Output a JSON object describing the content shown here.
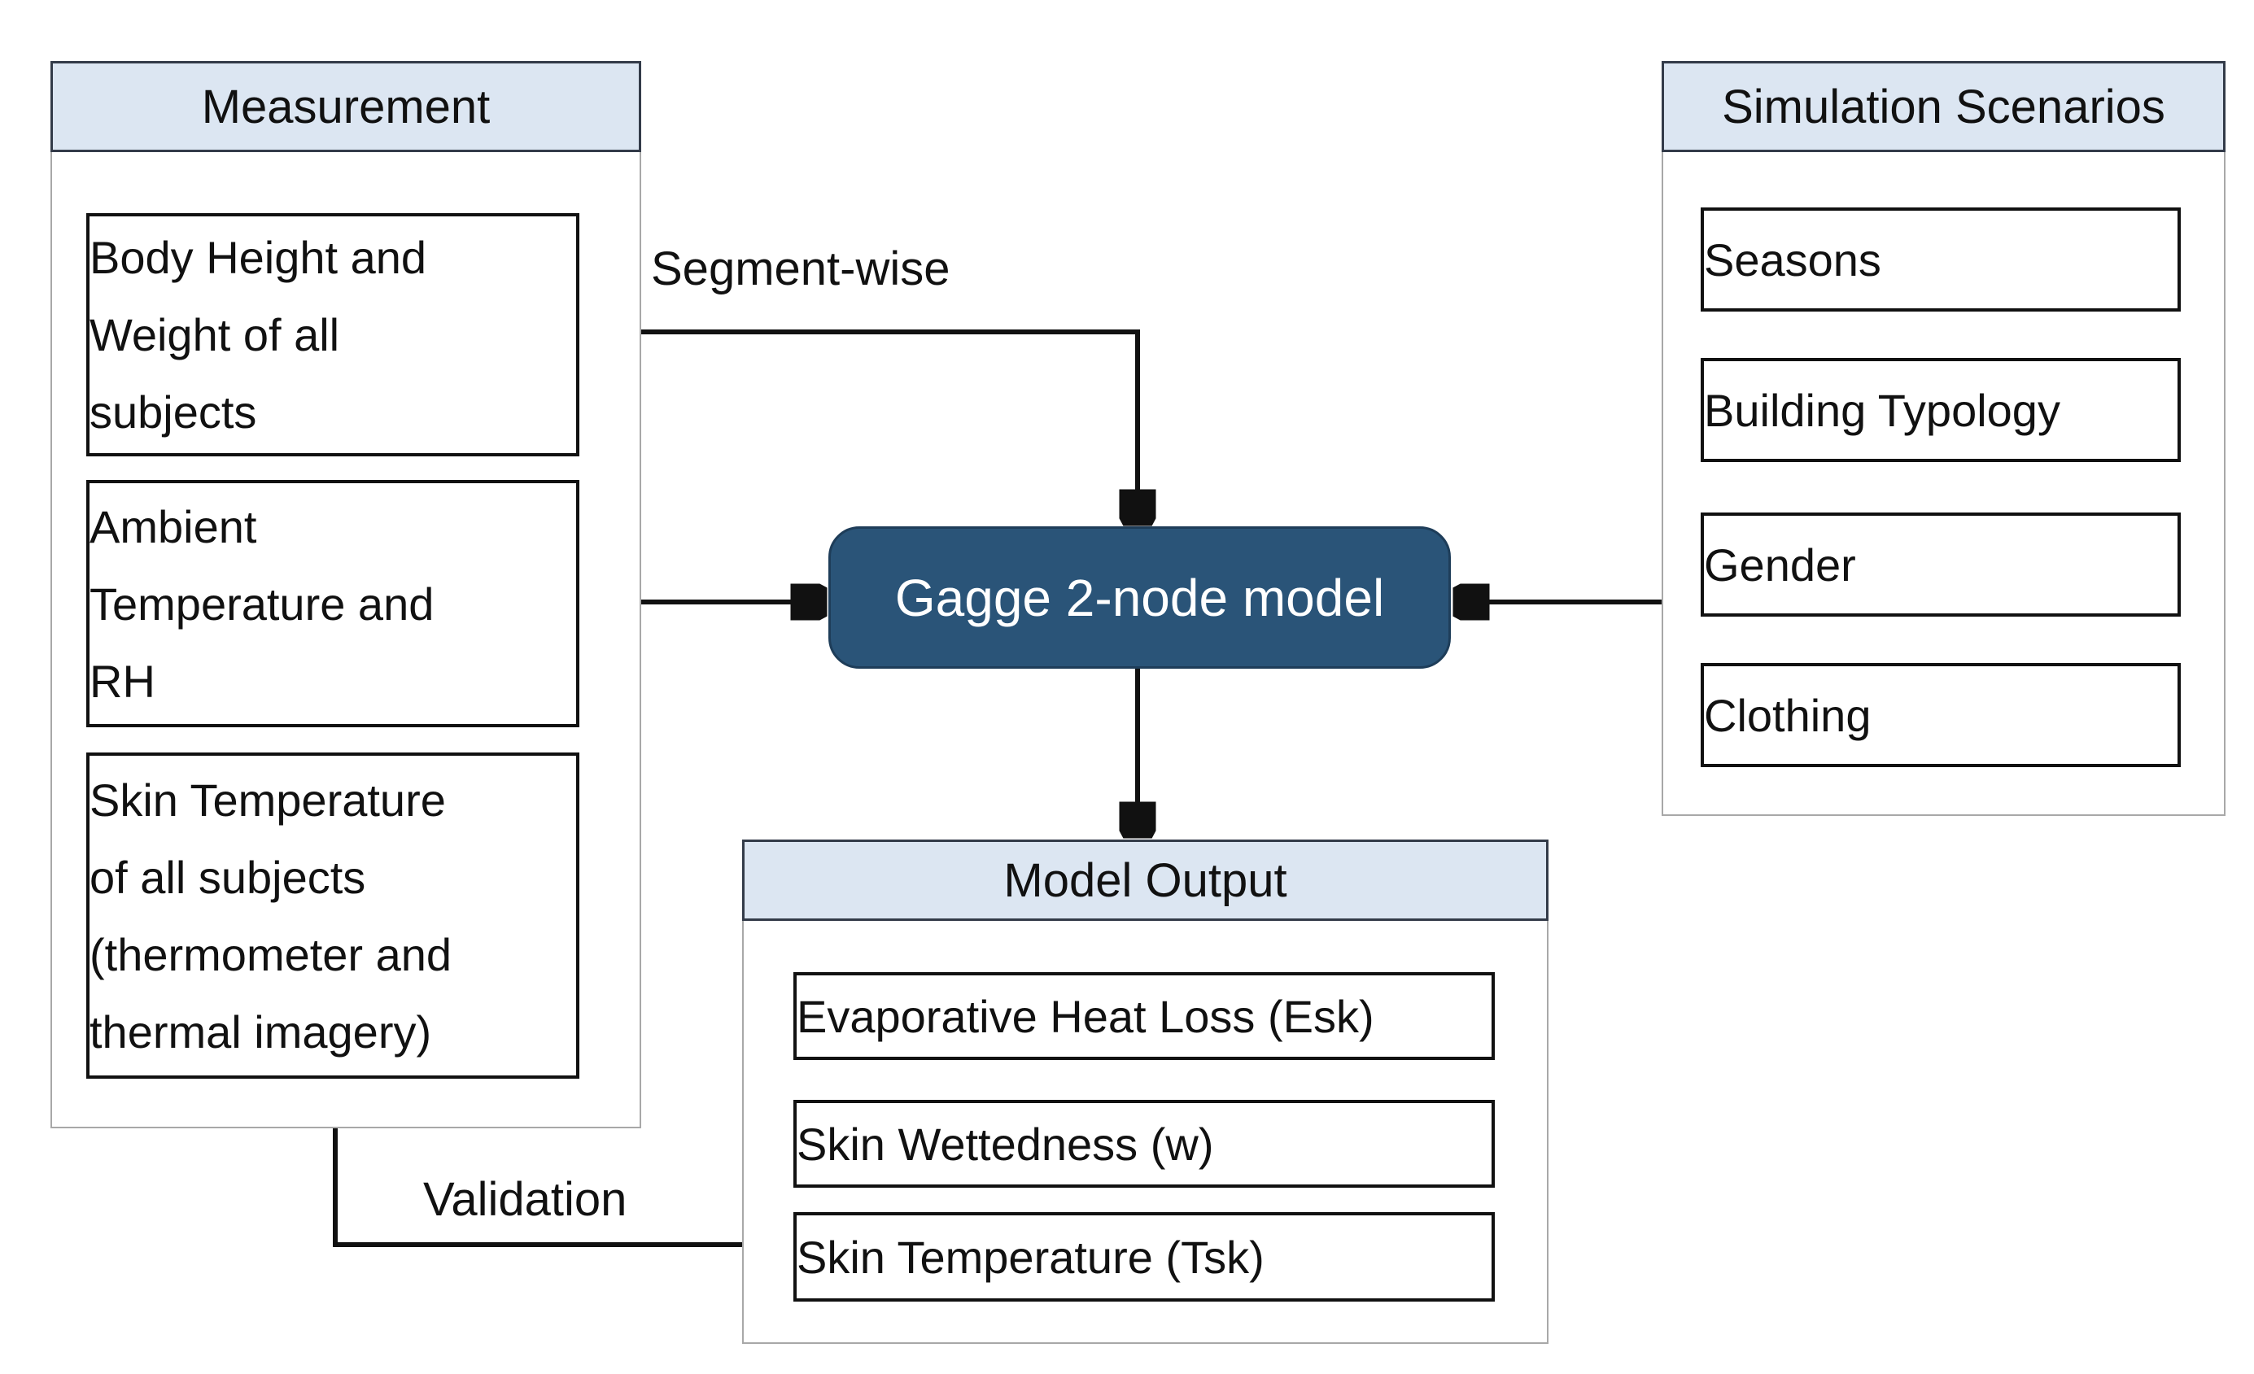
{
  "panels": {
    "measurement": {
      "title": "Measurement",
      "items": [
        "Body Height and\nWeight of all\nsubjects",
        "Ambient\nTemperature and\nRH",
        "Skin Temperature\nof all subjects\n(thermometer and\nthermal imagery)"
      ]
    },
    "simulation": {
      "title": "Simulation Scenarios",
      "items": [
        "Seasons",
        "Building Typology",
        "Gender",
        "Clothing"
      ]
    },
    "output": {
      "title": "Model Output",
      "items": [
        "Evaporative Heat Loss (Esk)",
        "Skin Wettedness (w)",
        "Skin Temperature (Tsk)"
      ]
    }
  },
  "center_node": {
    "label": "Gagge 2-node model"
  },
  "arrow_labels": {
    "segment_wise": "Segment-wise",
    "validation": "Validation"
  },
  "colors": {
    "header_fill": "#dce6f2",
    "header_border": "#333b49",
    "container_border": "#a8a8a8",
    "box_border": "#111111",
    "node_fill": "#2a5478",
    "node_border": "#1e3d59",
    "node_text": "#ffffff",
    "arrow": "#111111",
    "text": "#111111",
    "background": "#ffffff"
  }
}
